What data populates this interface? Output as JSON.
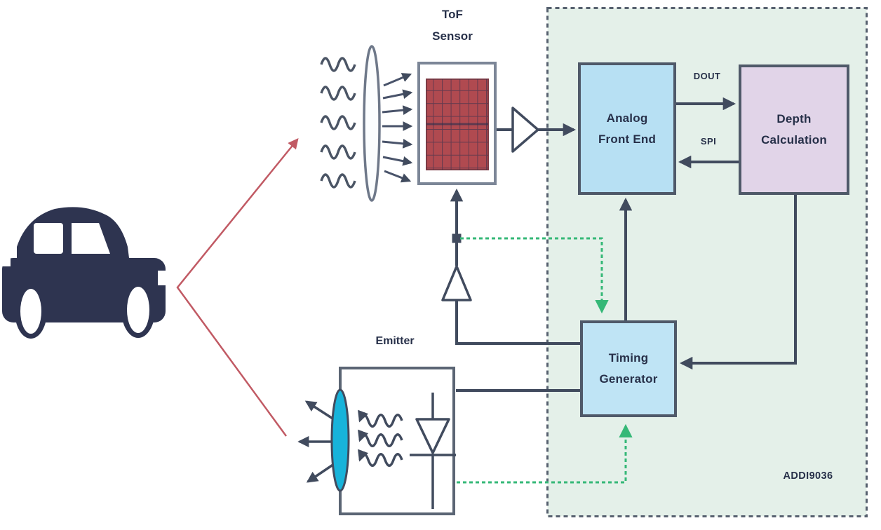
{
  "labels": {
    "tof_sensor": {
      "line1": "ToF",
      "line2": "Sensor"
    },
    "emitter": "Emitter",
    "analog_front_end": {
      "line1": "Analog",
      "line2": "Front End"
    },
    "depth_calculation": {
      "line1": "Depth",
      "line2": "Calculation"
    },
    "timing_generator": {
      "line1": "Timing",
      "line2": "Generator"
    },
    "dout": "DOUT",
    "spi": "SPI",
    "chip_name": "ADDI9036"
  },
  "colors": {
    "chip_region_fill": "#e4f0e9",
    "chip_region_border": "#57616f",
    "block_blue": "#b7e0f3",
    "block_purple": "#e1d4e8",
    "block_border": "#4f5969",
    "sensor_array_red": "#b04a50",
    "sensor_grid_line": "#3f4455",
    "emitter_lens_cyan": "#17b3da",
    "connection_line": "#414b5e",
    "sync_dashed_green": "#35b877",
    "light_path_red": "#c15a64",
    "car_silhouette": "#2e3450",
    "text": "#273049"
  },
  "connections": [
    {
      "from": "Timing Generator",
      "to": "ToF Sensor",
      "style": "solid",
      "via": "amplifier"
    },
    {
      "from": "Timing Generator",
      "to": "Emitter",
      "style": "solid"
    },
    {
      "from": "Timing Generator",
      "to": "Analog Front End",
      "style": "solid"
    },
    {
      "from": "ToF Sensor",
      "to": "Analog Front End",
      "style": "solid",
      "via": "amplifier"
    },
    {
      "from": "Analog Front End",
      "to": "Depth Calculation",
      "style": "solid",
      "label": "DOUT"
    },
    {
      "from": "Depth Calculation",
      "to": "Analog Front End",
      "style": "solid",
      "label": "SPI"
    },
    {
      "from": "Depth Calculation",
      "to": "Timing Generator",
      "style": "solid"
    },
    {
      "from": "Sensor drive line",
      "to": "Timing Generator",
      "style": "dashed-green"
    },
    {
      "from": "Emitter",
      "to": "Timing Generator",
      "style": "dashed-green"
    },
    {
      "from": "Emitter",
      "to": "Car (scene)",
      "style": "red-light-path"
    },
    {
      "from": "Car (scene)",
      "to": "ToF Sensor lens",
      "style": "red-light-path"
    }
  ]
}
